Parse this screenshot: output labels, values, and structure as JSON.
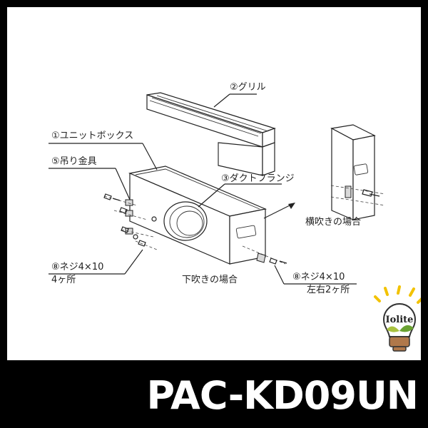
{
  "diagram": {
    "labels": {
      "grille": "②グリル",
      "unit_box": "①ユニットボックス",
      "hanger": "⑤吊り金具",
      "duct_flange": "③ダクトフランジ",
      "screw_bottom": "⑧ネジ4×10",
      "screw_bottom_qty": "4ヶ所",
      "bottom_case": "下吹きの場合",
      "side_case": "横吹きの場合",
      "screw_side": "⑧ネジ4×10",
      "screw_side_qty": "左右2ヶ所"
    }
  },
  "logo": {
    "text": "Iolite"
  },
  "model_number": "PAC-KD09UN"
}
